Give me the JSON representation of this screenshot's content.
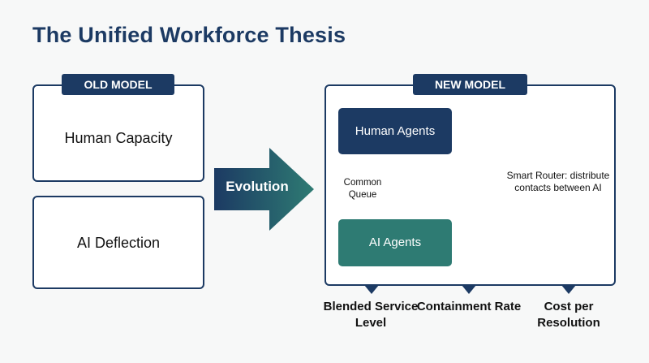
{
  "title": "The Unified Workforce Thesis",
  "old_model": {
    "tag": "OLD MODEL",
    "boxes": [
      "Human Capacity",
      "AI Deflection"
    ]
  },
  "transition": {
    "label": "Evolution"
  },
  "new_model": {
    "tag": "NEW MODEL",
    "human_agents": "Human Agents",
    "ai_agents": "AI Agents",
    "queue_label": "Common Queue",
    "router_label": "Smart Router: distribute contacts between AI",
    "router_icon": "shuffle-icon"
  },
  "metrics": [
    "Blended Service Level",
    "Containment Rate",
    "Cost per Resolution"
  ],
  "colors": {
    "navy": "#1c3a63",
    "teal": "#2e7b73",
    "background": "#f7f8f8"
  }
}
